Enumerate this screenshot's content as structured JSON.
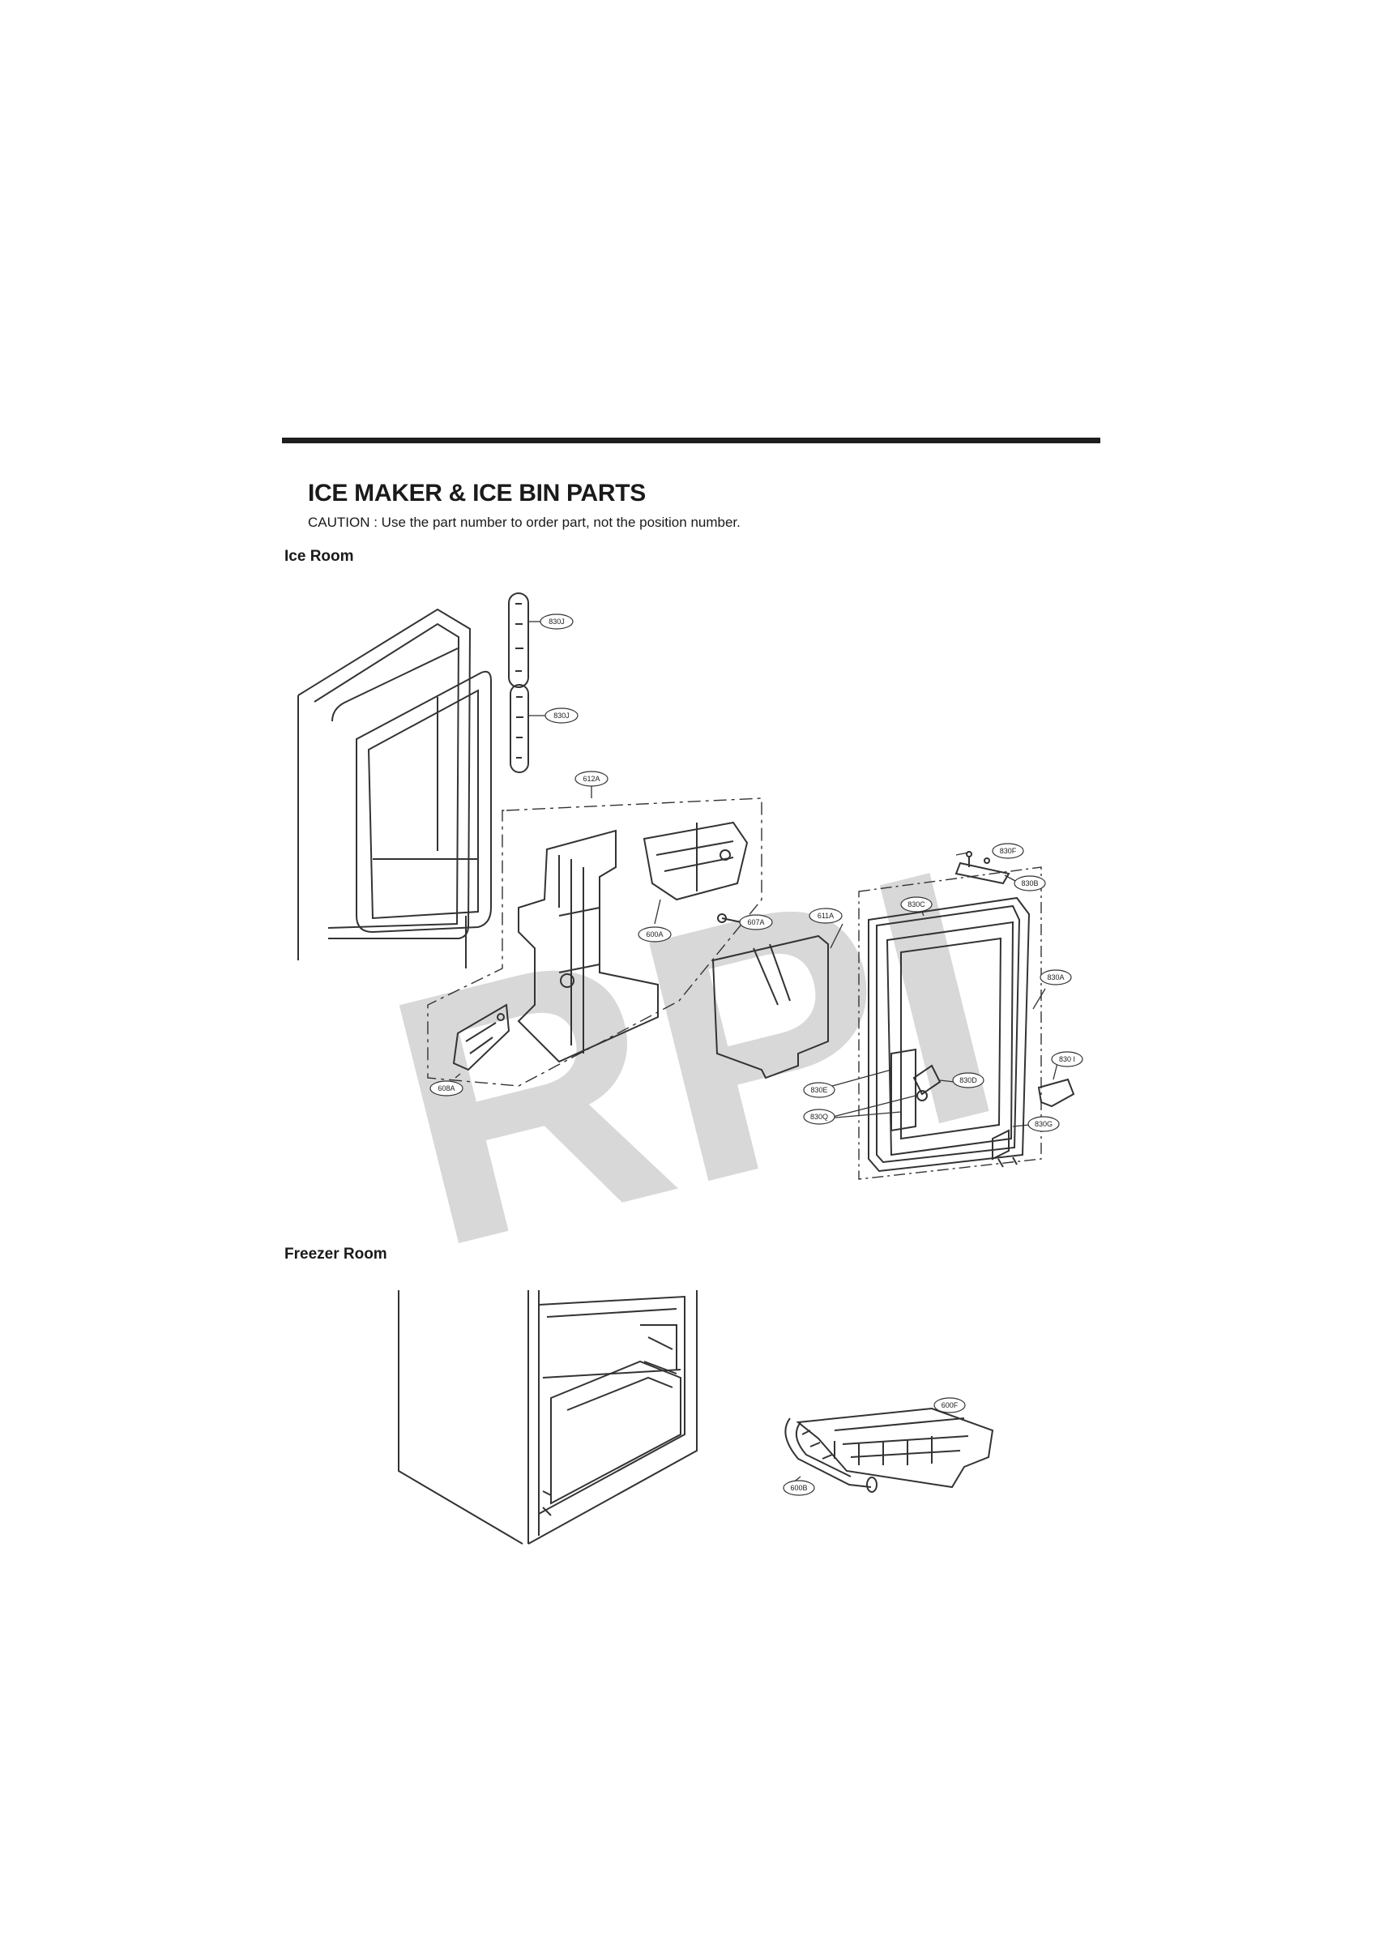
{
  "document": {
    "title": "ICE MAKER & ICE BIN PARTS",
    "caution": "CAUTION : Use the part number to order part, not the position number."
  },
  "sections": {
    "ice_room": "Ice Room",
    "freezer_room": "Freezer Room"
  },
  "watermark": "RPI",
  "ice_room_callouts": [
    "830J",
    "830J",
    "612A",
    "600A",
    "607A",
    "611A",
    "608A",
    "830F",
    "830B",
    "830C",
    "830A",
    "830E",
    "830D",
    "830Q",
    "830 I",
    "830G"
  ],
  "freezer_room_callouts": [
    "600F",
    "600B"
  ],
  "colors": {
    "rule": "#1e1e1e",
    "line": "#333333",
    "watermark": "#d8d8d8"
  }
}
